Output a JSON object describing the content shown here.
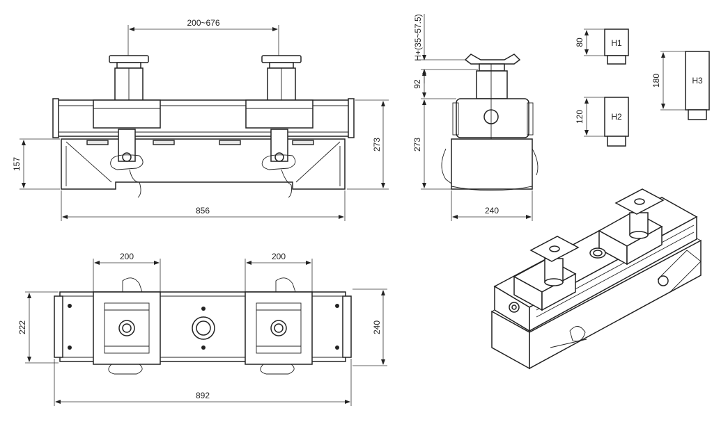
{
  "dimensions": {
    "front_spacing": "200~676",
    "front_height_left": "157",
    "front_height_right": "273",
    "front_width": "856",
    "side_h_range": "H+(35~57.5)",
    "side_92": "92",
    "side_273": "273",
    "side_240": "240",
    "top_pad_left": "200",
    "top_pad_right": "200",
    "top_depth_left": "222",
    "top_depth_right": "240",
    "top_width": "892"
  },
  "adapters": [
    {
      "label": "H1",
      "height": "80"
    },
    {
      "label": "H2",
      "height": "120"
    },
    {
      "label": "H3",
      "height": "180"
    }
  ]
}
